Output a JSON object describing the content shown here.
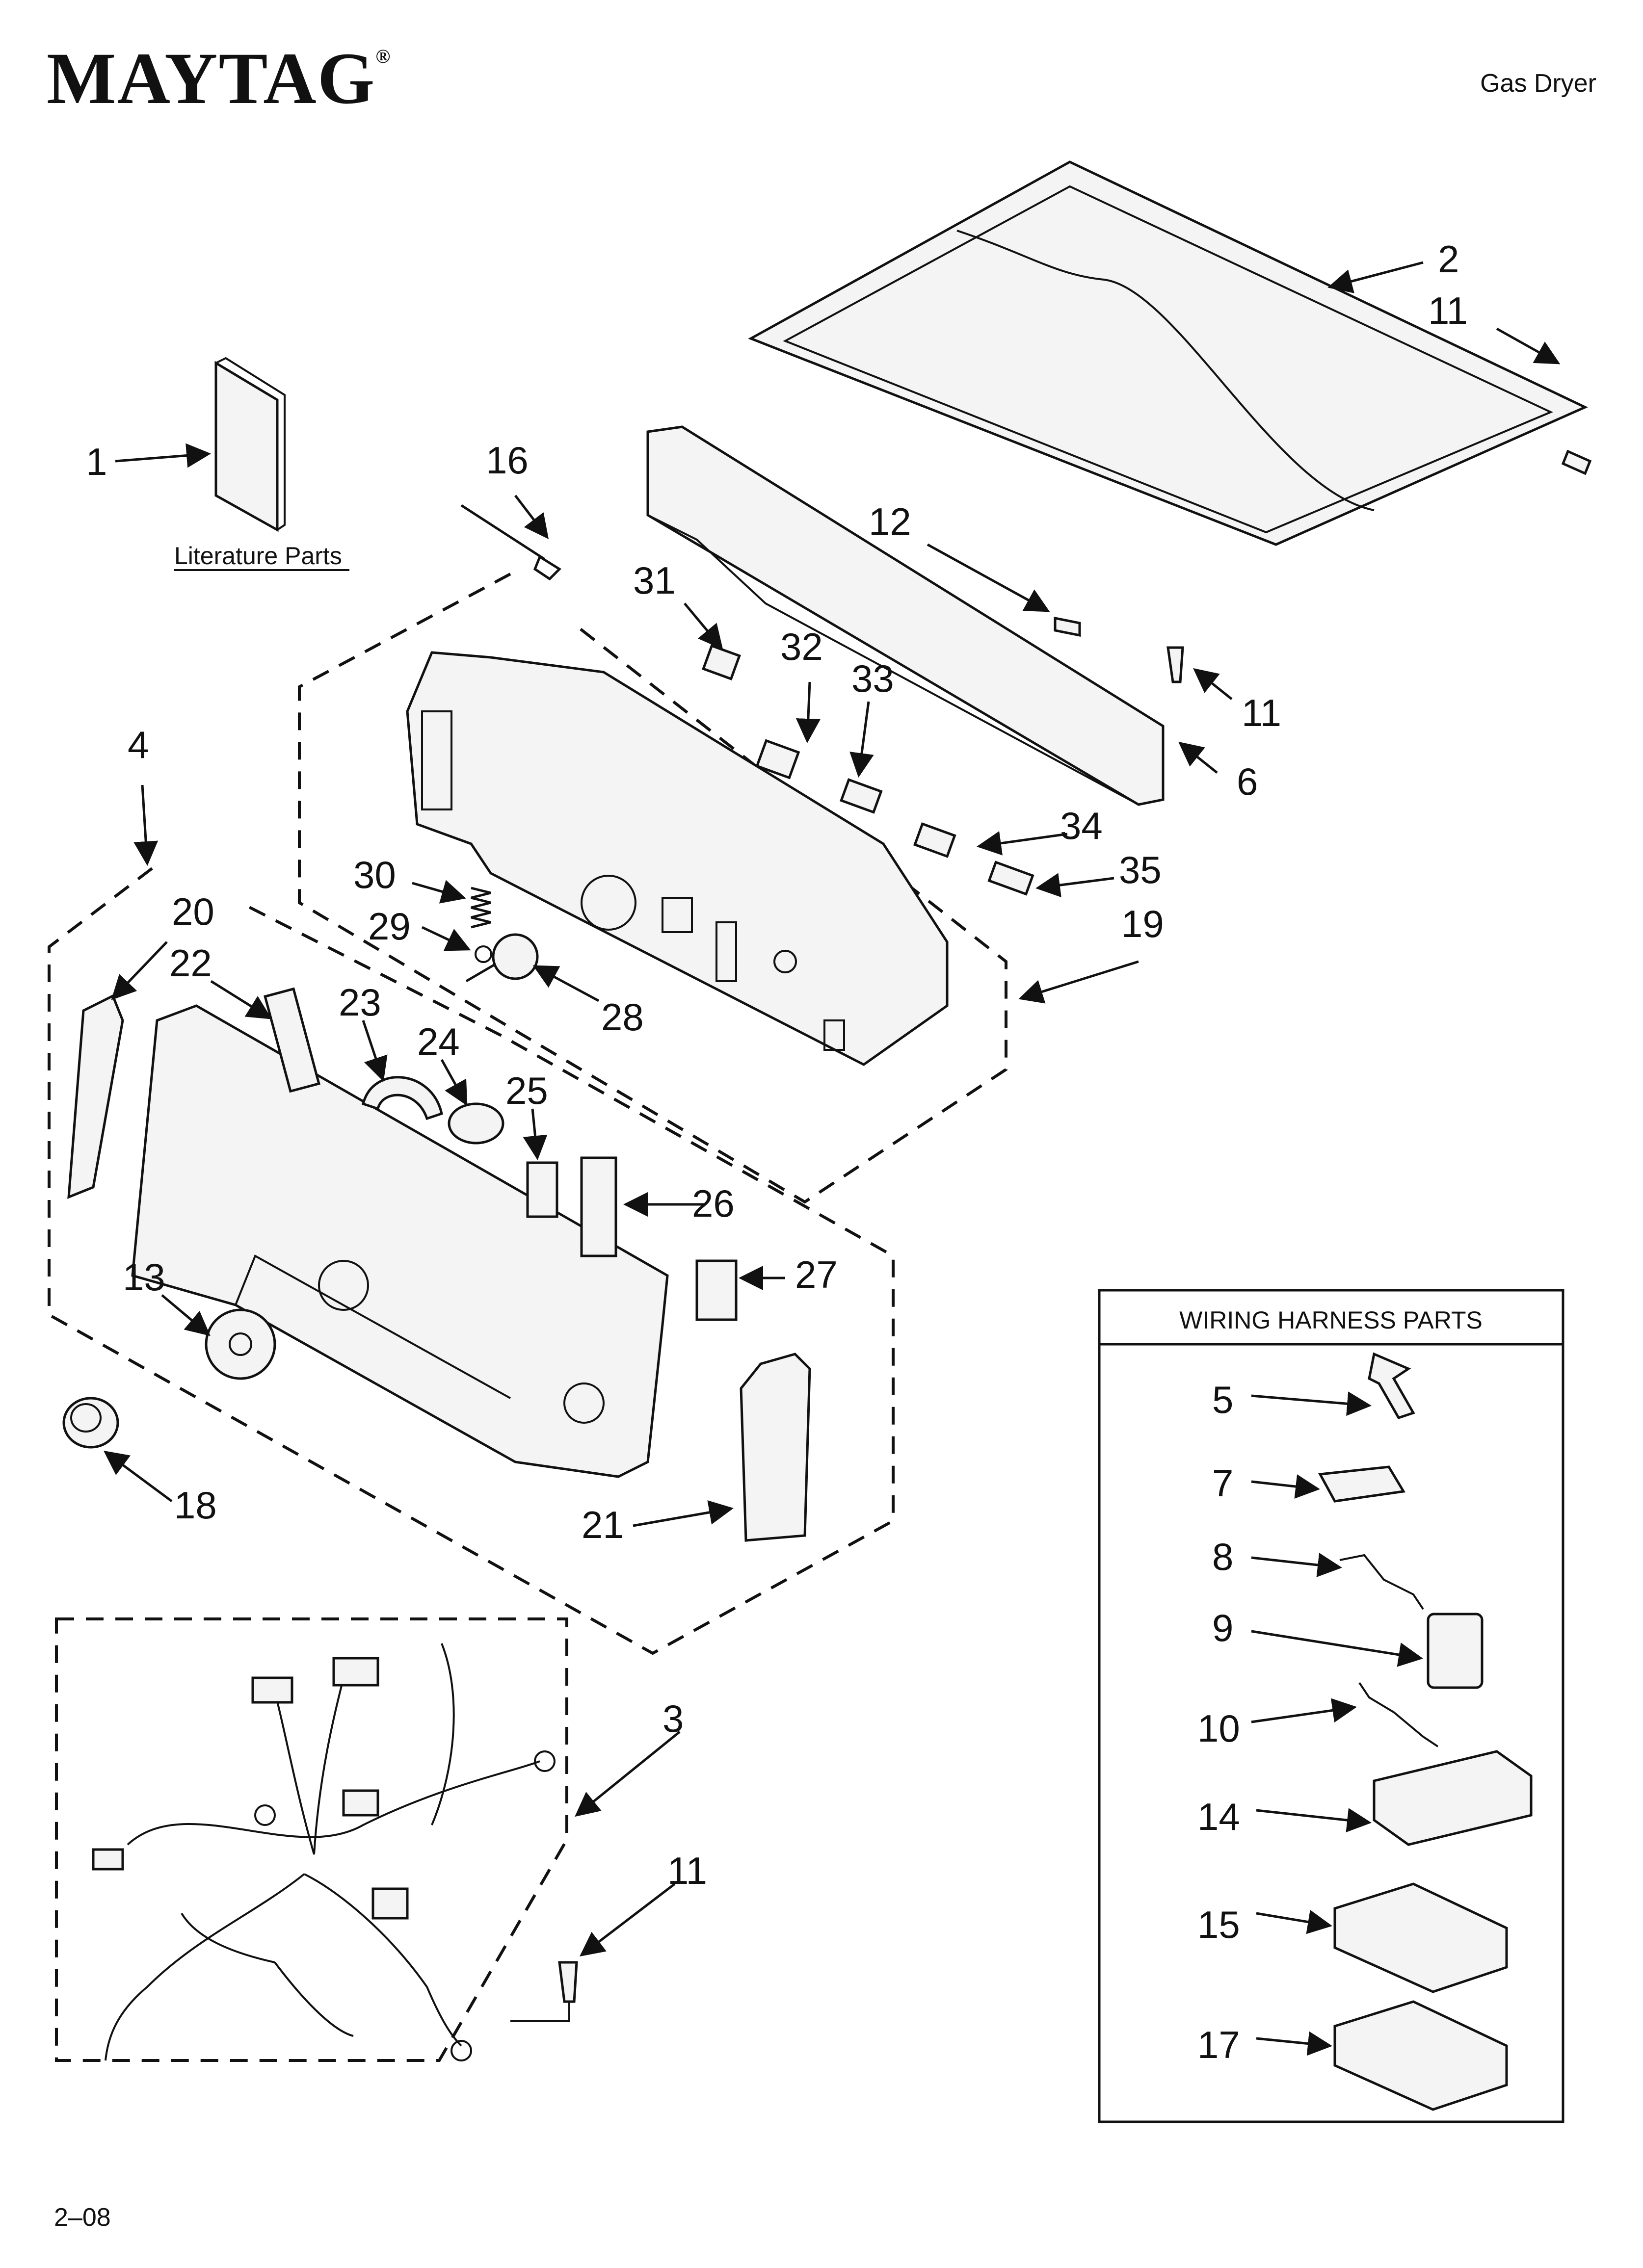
{
  "header": {
    "brand": "MAYTAG",
    "registered_mark": "®",
    "doc_type": "Gas Dryer"
  },
  "footer": {
    "page_code": "2–08"
  },
  "literature": {
    "label": "Literature Parts"
  },
  "harness_box": {
    "title": "WIRING HARNESS PARTS"
  },
  "callouts": {
    "c1": "1",
    "c2": "2",
    "c3": "3",
    "c4": "4",
    "c5": "5",
    "c6": "6",
    "c7": "7",
    "c8": "8",
    "c9": "9",
    "c10": "10",
    "c11a": "11",
    "c11b": "11",
    "c11c": "11",
    "c12": "12",
    "c13": "13",
    "c14": "14",
    "c15": "15",
    "c16": "16",
    "c17": "17",
    "c18": "18",
    "c19": "19",
    "c20": "20",
    "c21": "21",
    "c22": "22",
    "c23": "23",
    "c24": "24",
    "c25": "25",
    "c26": "26",
    "c27": "27",
    "c28": "28",
    "c29": "29",
    "c30": "30",
    "c31": "31",
    "c32": "32",
    "c33": "33",
    "c34": "34",
    "c35": "35"
  }
}
